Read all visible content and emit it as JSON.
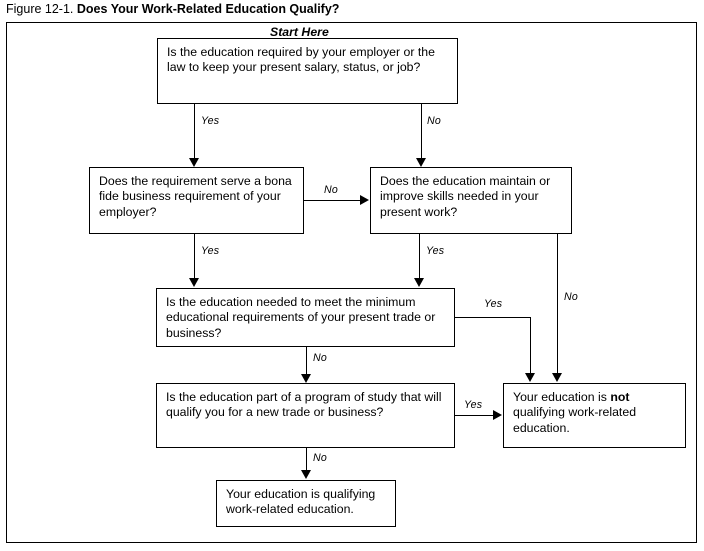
{
  "figure": {
    "number": "Figure 12-1.",
    "title": "Does Your Work-Related Education Qualify?"
  },
  "flowchart": {
    "start_label": "Start Here",
    "nodes": [
      {
        "id": "q1",
        "text": "Is the education required by your employer or the law to keep your present salary, status, or job?"
      },
      {
        "id": "q2",
        "text": "Does the requirement serve a bona fide business requirement of your employer?"
      },
      {
        "id": "q3",
        "text": "Does the education maintain or improve skills needed in your present work?"
      },
      {
        "id": "q4",
        "text": "Is the education needed to meet the minimum educational requirements of your present trade or business?"
      },
      {
        "id": "q5",
        "text": "Is the education part of a program of study that will qualify you for a new trade or business?"
      },
      {
        "id": "r_not",
        "text_before": "Your education is ",
        "text_bold": "not",
        "text_after": " qualifying work-related education."
      },
      {
        "id": "r_yes",
        "text": "Your education is qualifying work-related education."
      }
    ],
    "edges": [
      {
        "id": "e1",
        "from": "q1",
        "to": "q2",
        "label": "Yes"
      },
      {
        "id": "e2",
        "from": "q1",
        "to": "q3",
        "label": "No"
      },
      {
        "id": "e3",
        "from": "q2",
        "to": "q3",
        "label": "No"
      },
      {
        "id": "e4",
        "from": "q2",
        "to": "q4",
        "label": "Yes"
      },
      {
        "id": "e5",
        "from": "q3",
        "to": "q4",
        "label": "Yes"
      },
      {
        "id": "e6",
        "from": "q3",
        "to": "r_not",
        "label": "No"
      },
      {
        "id": "e7",
        "from": "q4",
        "to": "r_not",
        "label": "Yes"
      },
      {
        "id": "e8",
        "from": "q4",
        "to": "q5",
        "label": "No"
      },
      {
        "id": "e9",
        "from": "q5",
        "to": "r_not",
        "label": "Yes"
      },
      {
        "id": "e10",
        "from": "q5",
        "to": "r_yes",
        "label": "No"
      }
    ]
  }
}
